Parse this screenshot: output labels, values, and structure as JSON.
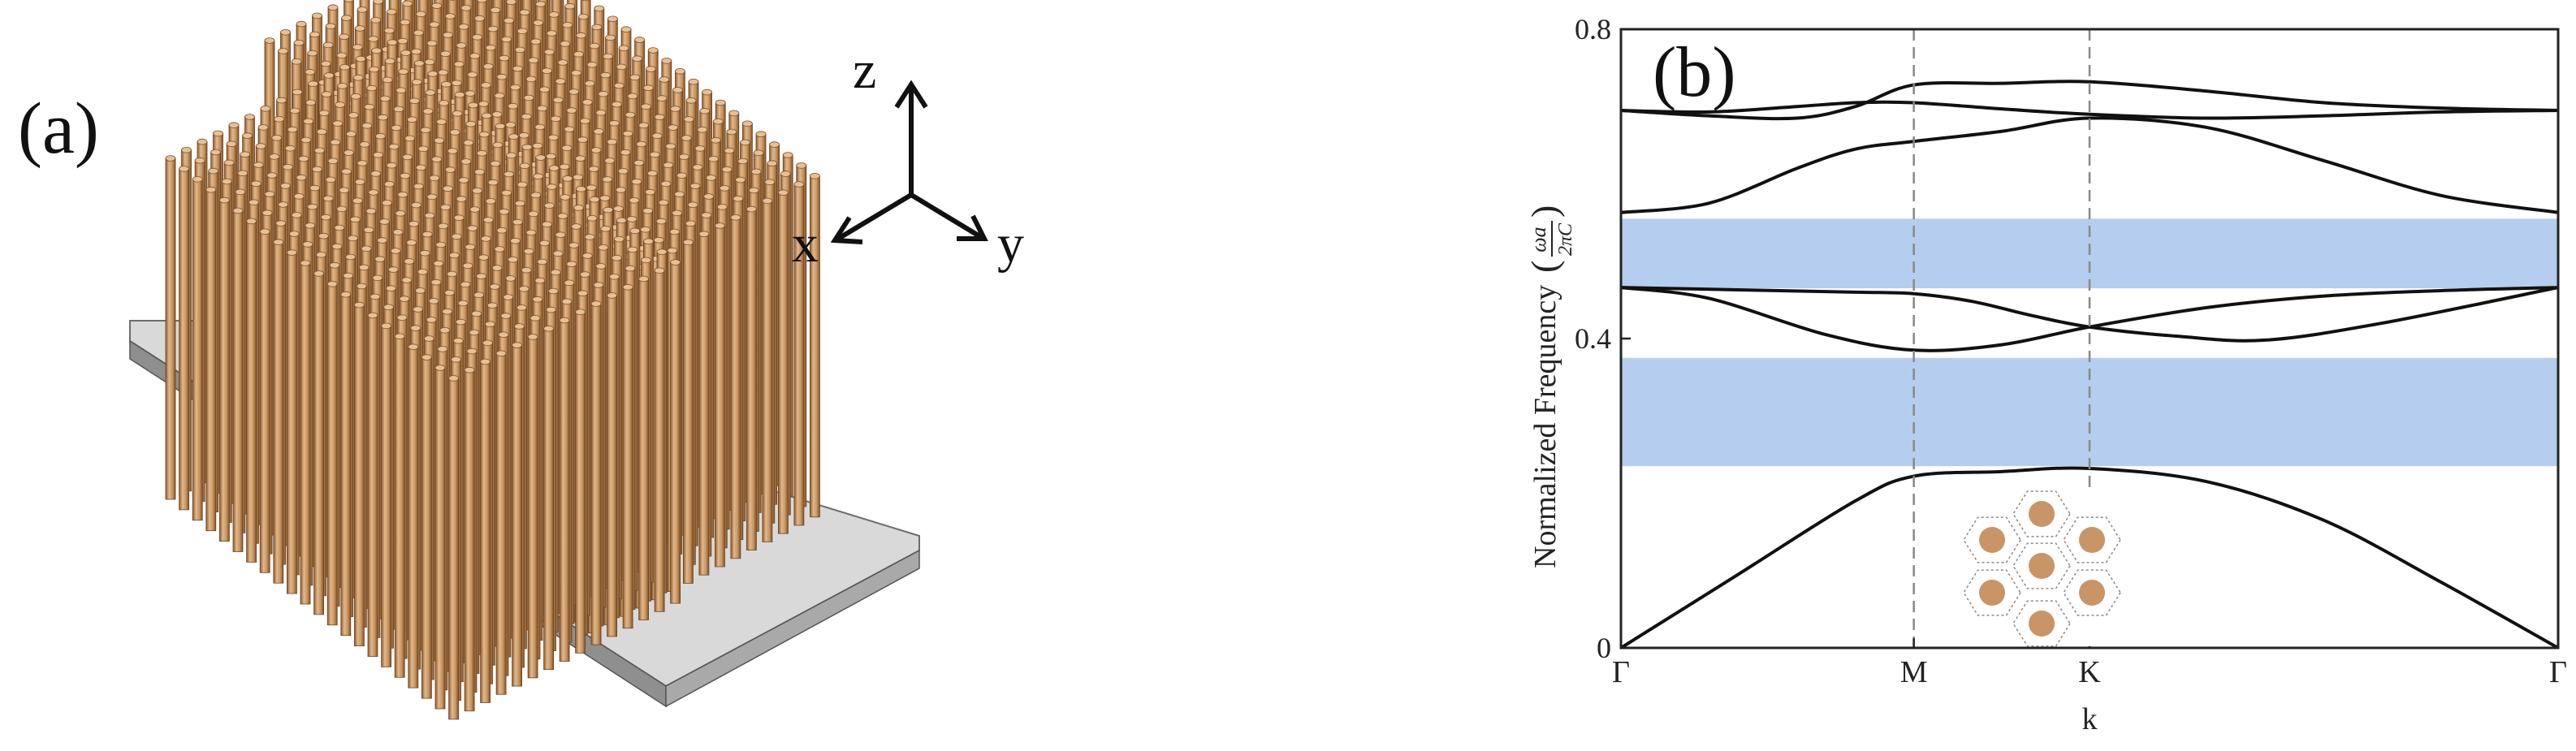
{
  "panel_a": {
    "label": "(a)",
    "axes": {
      "z": "z",
      "x": "x",
      "y": "y"
    },
    "colors": {
      "pillar": "#c8955f",
      "pillar_dark": "#9c6b3d",
      "pillar_light": "#e3b88a",
      "base_top": "#dcdcdc",
      "base_side": "#9a9a9a"
    }
  },
  "panel_b": {
    "label": "(b)",
    "ylabel_prefix": "Normalized Frequency",
    "ylabel_fraction": {
      "numerator": "ωa",
      "denominator": "2πC"
    },
    "xlabel": "k",
    "xticks": [
      "Γ",
      "M",
      "K",
      "Γ"
    ],
    "yticks": [
      "0",
      "0.4",
      "0.8"
    ],
    "gap_color": "#b5cdee",
    "inset_circle_color": "#c99466"
  },
  "chart_data": {
    "type": "line",
    "xlabel": "k",
    "ylabel": "Normalized Frequency (ωa/2πC)",
    "x_positions": {
      "Γ": 0,
      "M": 1,
      "K": 1.6,
      "Γ_end": 3.2
    },
    "ylim": [
      0,
      0.8
    ],
    "band_gaps": [
      [
        0.235,
        0.375
      ],
      [
        0.465,
        0.555
      ]
    ],
    "series": [
      {
        "x": [
          0,
          0.4,
          0.8,
          1.0,
          1.3,
          1.6,
          2.0,
          2.4,
          2.8,
          3.2
        ],
        "values": [
          0.0,
          0.095,
          0.19,
          0.222,
          0.228,
          0.232,
          0.215,
          0.165,
          0.085,
          0.0
        ]
      },
      {
        "x": [
          0,
          0.3,
          0.7,
          1.0,
          1.3,
          1.6,
          2.0,
          2.4,
          2.8,
          3.2
        ],
        "values": [
          0.466,
          0.452,
          0.405,
          0.385,
          0.392,
          0.415,
          0.44,
          0.455,
          0.462,
          0.466
        ]
      },
      {
        "x": [
          0,
          0.4,
          0.8,
          1.0,
          1.2,
          1.4,
          1.6,
          1.9,
          2.2,
          2.6,
          3.2
        ],
        "values": [
          0.466,
          0.463,
          0.46,
          0.458,
          0.448,
          0.43,
          0.415,
          0.403,
          0.398,
          0.42,
          0.466
        ]
      },
      {
        "x": [
          0,
          0.3,
          0.6,
          0.8,
          1.0,
          1.3,
          1.6,
          2.0,
          2.4,
          2.8,
          3.2
        ],
        "values": [
          0.563,
          0.575,
          0.62,
          0.645,
          0.655,
          0.668,
          0.685,
          0.673,
          0.63,
          0.585,
          0.563
        ]
      },
      {
        "x": [
          0,
          0.3,
          0.6,
          0.8,
          1.0,
          1.3,
          1.6,
          2.0,
          2.4,
          2.8,
          3.2
        ],
        "values": [
          0.695,
          0.693,
          0.7,
          0.705,
          0.705,
          0.697,
          0.69,
          0.685,
          0.688,
          0.693,
          0.695
        ]
      },
      {
        "x": [
          0,
          0.3,
          0.6,
          0.8,
          1.0,
          1.3,
          1.6,
          2.0,
          2.4,
          2.8,
          3.2
        ],
        "values": [
          0.695,
          0.688,
          0.685,
          0.7,
          0.728,
          0.73,
          0.732,
          0.72,
          0.705,
          0.698,
          0.695
        ]
      }
    ]
  }
}
